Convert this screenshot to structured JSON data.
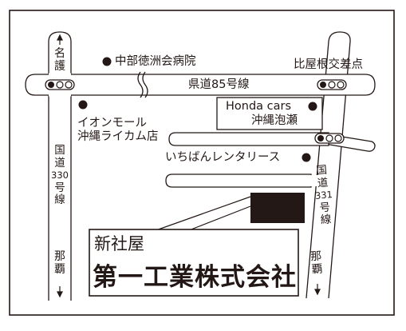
{
  "map": {
    "roads": {
      "prefectural_85": "県道85号線",
      "route_330": [
        "国",
        "道",
        "330",
        "号",
        "線"
      ],
      "route_331": [
        "国",
        "道",
        "331",
        "号",
        "線"
      ],
      "north_330": [
        "名",
        "護"
      ],
      "south_330": [
        "那",
        "覇"
      ],
      "south_331": [
        "那",
        "覇"
      ]
    },
    "landmarks": {
      "hospital": "中部徳洲会病院",
      "intersection": "比屋根交差点",
      "aeon_line1": "イオンモール",
      "aeon_line2": "沖縄ライカム店",
      "honda_line1": "Honda cars",
      "honda_line2": "沖縄泡瀬",
      "rental": "いちばんレンタリース"
    },
    "info_box": {
      "subtitle": "新社屋",
      "company": "第一工業株式会社"
    }
  }
}
